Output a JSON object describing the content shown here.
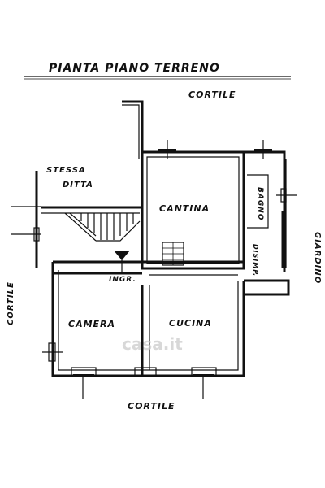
{
  "title": "PIANTA PIANO TERRENO",
  "watermark": "casa.it",
  "labels": {
    "cortile_top": "CORTILE",
    "cortile_left": "CORTILE",
    "cortile_bottom": "CORTILE",
    "giardino": "GIARDINO",
    "stessa": "STESSA",
    "ditta": "DITTA",
    "cantina": "CANTINA",
    "bagno": "BAGNO",
    "disimp": "DISIMP.",
    "ingr": "INGR.",
    "camera": "CAMERA",
    "cucina": "CUCINA"
  },
  "colors": {
    "ink": "#111111",
    "paper": "#ffffff",
    "watermark": "#c8c8c8"
  }
}
